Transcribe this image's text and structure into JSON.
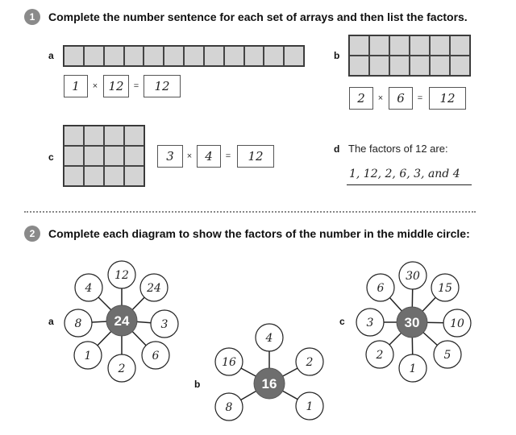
{
  "q1": {
    "number": "1",
    "instruction": "Complete the number sentence for each set of arrays and then list the factors.",
    "a": {
      "label": "a",
      "rows": 1,
      "cols": 12,
      "n1": "1",
      "times": "×",
      "n2": "12",
      "eq": "=",
      "result": "12"
    },
    "b": {
      "label": "b",
      "rows": 2,
      "cols": 6,
      "n1": "2",
      "times": "×",
      "n2": "6",
      "eq": "=",
      "result": "12"
    },
    "c": {
      "label": "c",
      "rows": 3,
      "cols": 4,
      "n1": "3",
      "times": "×",
      "n2": "4",
      "eq": "=",
      "result": "12"
    },
    "d": {
      "label": "d",
      "text": "The factors of 12 are:",
      "answer": "1, 12, 2, 6, 3, and 4"
    }
  },
  "q2": {
    "number": "2",
    "instruction": "Complete each diagram to show the factors of the number in the middle circle:",
    "a": {
      "label": "a",
      "center": "24",
      "petals": [
        "12",
        "24",
        "3",
        "6",
        "2",
        "1",
        "8",
        "4"
      ]
    },
    "b": {
      "label": "b",
      "center": "16",
      "petals": [
        "4",
        "2",
        "1",
        "8",
        "16"
      ]
    },
    "c": {
      "label": "c",
      "center": "30",
      "petals": [
        "30",
        "15",
        "10",
        "5",
        "1",
        "2",
        "3",
        "6"
      ]
    }
  },
  "colors": {
    "badge": "#8a8a8a",
    "array_cell": "#d4d4d4",
    "center_circle": "#6e6e6e"
  }
}
